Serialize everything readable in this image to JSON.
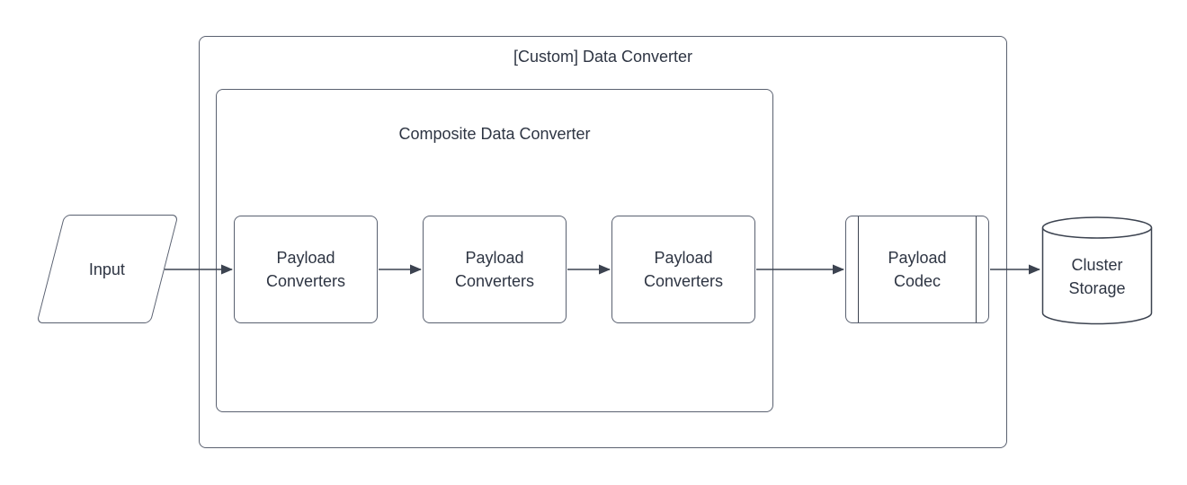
{
  "diagram": {
    "background_color": "#ffffff",
    "stroke_color": "#596070",
    "line_color": "#3c4350",
    "text_color": "#2e3543",
    "containers": {
      "outer": {
        "label": "[Custom] Data Converter"
      },
      "inner": {
        "label": "Composite Data Converter"
      }
    },
    "nodes": {
      "input": {
        "label": "Input",
        "shape": "parallelogram"
      },
      "payload_converters_1": {
        "label": "Payload Converters",
        "shape": "rounded-rect"
      },
      "payload_converters_2": {
        "label": "Payload Converters",
        "shape": "rounded-rect"
      },
      "payload_converters_3": {
        "label": "Payload Converters",
        "shape": "rounded-rect"
      },
      "payload_codec": {
        "label": "Payload Codec",
        "shape": "predefined-process"
      },
      "cluster_storage": {
        "label": "Cluster Storage",
        "shape": "cylinder"
      }
    },
    "edges": [
      {
        "from": "input",
        "to": "payload_converters_1"
      },
      {
        "from": "payload_converters_1",
        "to": "payload_converters_2"
      },
      {
        "from": "payload_converters_2",
        "to": "payload_converters_3"
      },
      {
        "from": "payload_converters_3",
        "to": "payload_codec"
      },
      {
        "from": "payload_codec",
        "to": "cluster_storage"
      }
    ]
  }
}
